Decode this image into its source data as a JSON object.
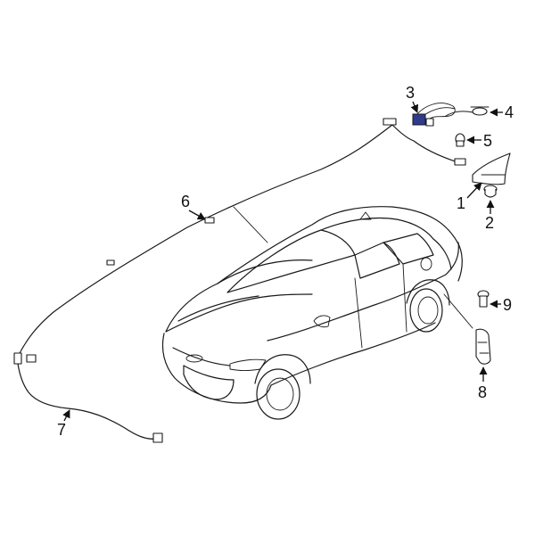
{
  "accent_color": "#2f3b8f",
  "callouts": {
    "c1": "1",
    "c2": "2",
    "c3": "3",
    "c4": "4",
    "c5": "5",
    "c6": "6",
    "c7": "7",
    "c8": "8",
    "c9": "9"
  }
}
